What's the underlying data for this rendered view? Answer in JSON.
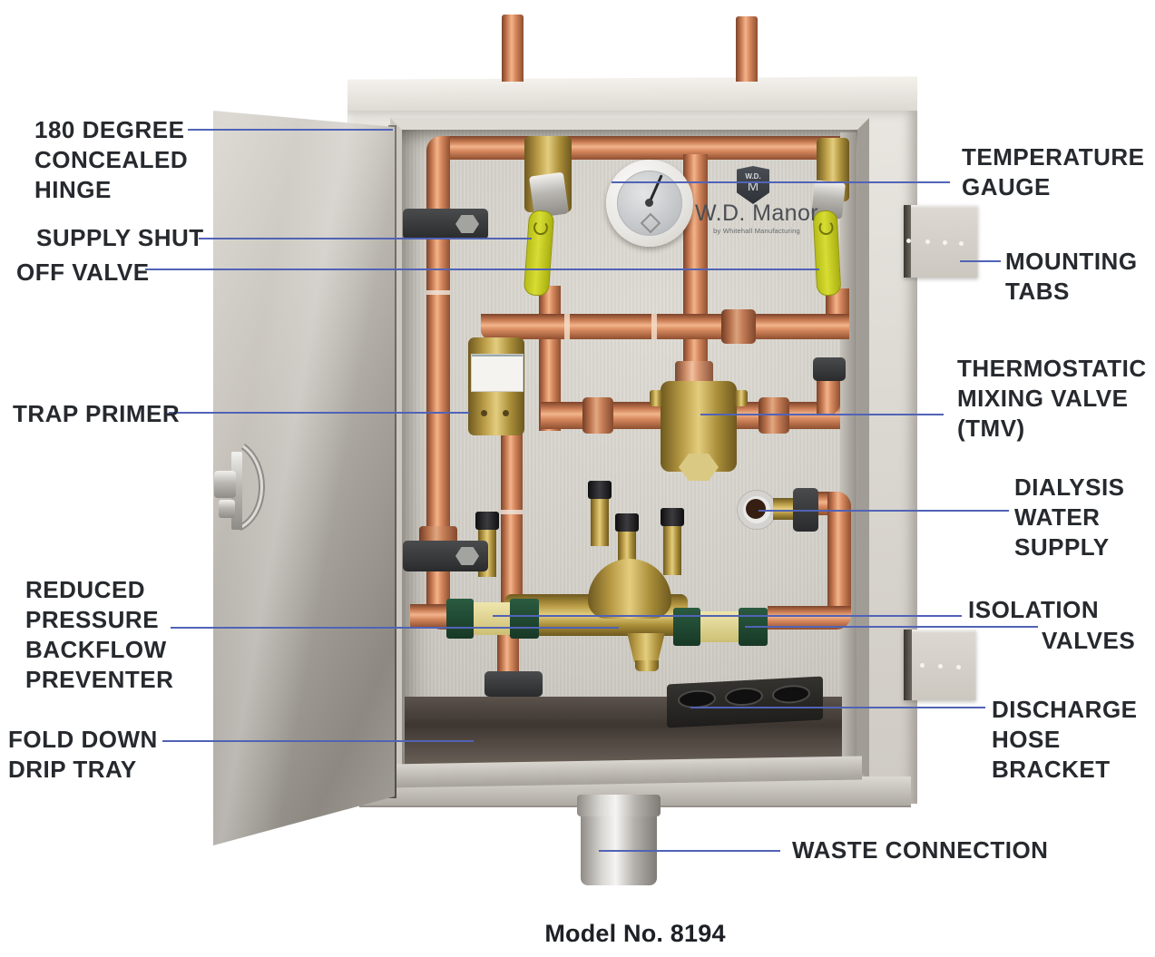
{
  "brand": {
    "shield_monogram_top": "W.D.",
    "shield_monogram_m": "M",
    "name": "W.D. Manor",
    "tagline": "by Whitehall Manufacturing"
  },
  "model": {
    "label": "Model No. 8194"
  },
  "callouts": {
    "hinge": {
      "lines": [
        "180 DEGREE",
        "CONCEALED",
        "HINGE"
      ]
    },
    "supply": {
      "lines": [
        "SUPPLY SHUT",
        "OFF VALVE"
      ]
    },
    "trap": {
      "lines": [
        "TRAP PRIMER"
      ]
    },
    "rpbp": {
      "lines": [
        "REDUCED",
        "PRESSURE",
        "BACKFLOW",
        "PREVENTER"
      ]
    },
    "drip": {
      "lines": [
        "FOLD DOWN",
        "DRIP TRAY"
      ]
    },
    "gauge": {
      "lines": [
        "TEMPERATURE",
        "GAUGE"
      ]
    },
    "tabs": {
      "lines": [
        "MOUNTING",
        "TABS"
      ]
    },
    "tmv": {
      "lines": [
        "THERMOSTATIC",
        "MIXING VALVE",
        "(TMV)"
      ]
    },
    "dialysis": {
      "lines": [
        "DIALYSIS",
        "WATER",
        "SUPPLY"
      ]
    },
    "isolation": {
      "lines": [
        "ISOLATION",
        "VALVES"
      ]
    },
    "discharge": {
      "lines": [
        "DISCHARGE",
        "HOSE",
        "BRACKET"
      ]
    },
    "waste": {
      "lines": [
        "WASTE CONNECTION"
      ]
    }
  },
  "colors": {
    "callout_line": "#5163b6",
    "label_text": "#26292d",
    "copper": "#c97c53",
    "brass": "#c2a54e",
    "handle_yellow": "#ccd32b",
    "isolation_green": "#1d4733"
  }
}
